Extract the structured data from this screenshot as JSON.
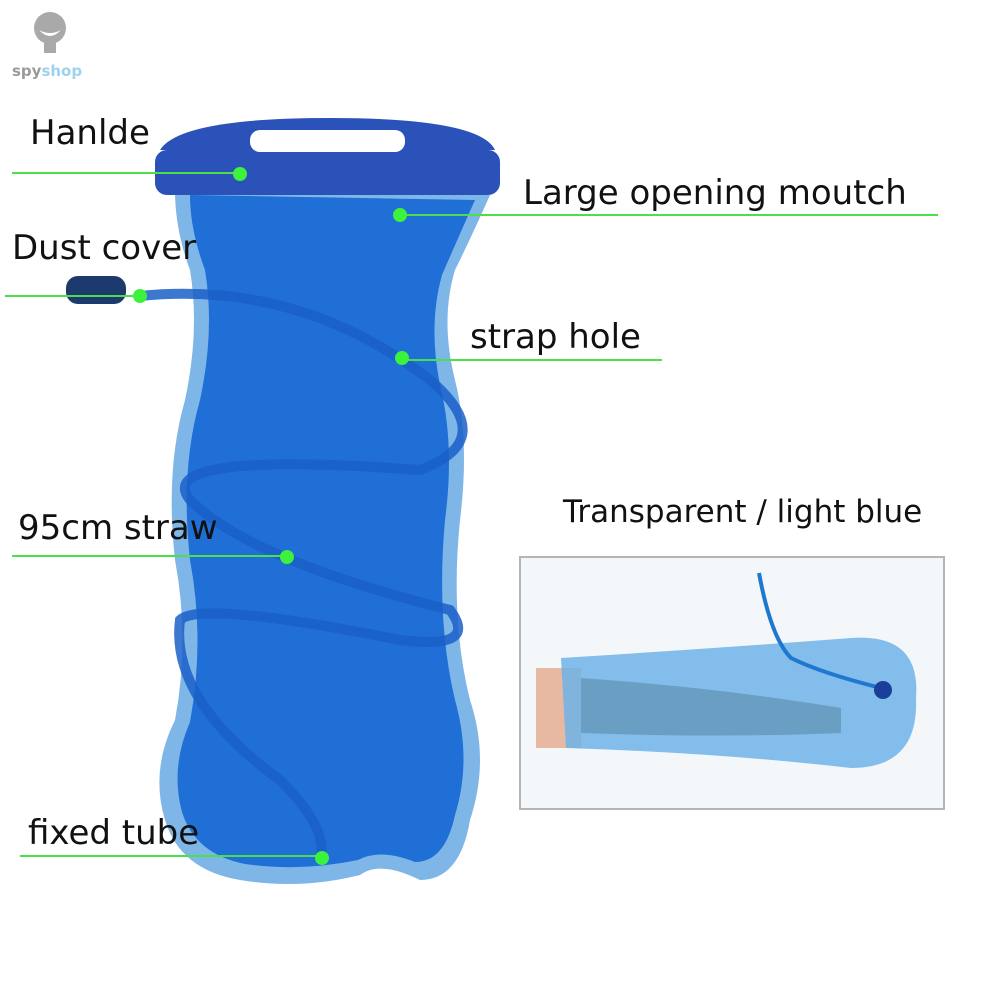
{
  "logo": {
    "text_part1": "spy",
    "text_part2": "shop"
  },
  "labels": {
    "handle": "Hanlde",
    "large_opening": "Large opening moutch",
    "dust_cover": "Dust cover",
    "strap_hole": "strap hole",
    "straw": "95cm straw",
    "fixed_tube": "fixed tube"
  },
  "inset": {
    "caption": "Transparent / light blue"
  },
  "colors": {
    "bladder": "#1f6fd6",
    "callout_line": "#4be04b",
    "inset_border": "#b5b5b5"
  }
}
